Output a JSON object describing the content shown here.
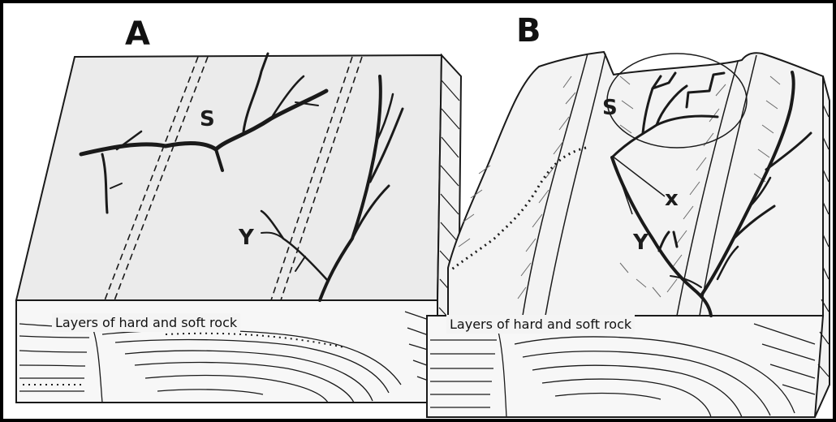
{
  "panel_a": {
    "label": "A",
    "caption": "Layers of hard and soft rock",
    "marks": {
      "s": "S",
      "y": "Y"
    }
  },
  "panel_b": {
    "label": "B",
    "caption": "Layers of hard and soft rock",
    "marks": {
      "s": "S",
      "y": "Y",
      "x": "x"
    }
  },
  "colors": {
    "stroke": "#1a1a1a",
    "top_surface": "#ebebeb",
    "side_face": "#f7f7f7",
    "border": "#000000"
  }
}
